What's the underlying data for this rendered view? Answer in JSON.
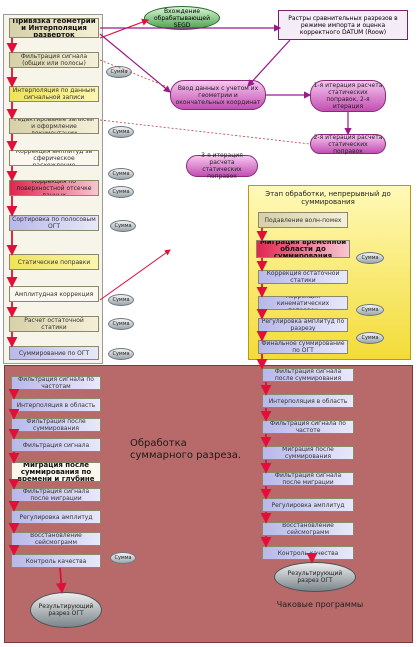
{
  "top": {
    "seg_link": "Вхождение обрабатывающей SEGD",
    "main_input": "Привязка геометрии и Интерполяция разверток",
    "raster_note": "Растры сравнительных разрезов в режиме импорта и оценка корректного DATUM (Roow)"
  },
  "left_nodes": [
    "Привязка геометрии и Интерполяция разверток",
    "Фильтрация сигнала (общих или полосы)",
    "Интерполяция по данным сигнальной записи",
    "Редактирование записей и оформление документации",
    "Коррекция амплитуд за сферическое расхождение",
    "Коррекция по поверхностной отсечке данных",
    "Сортировка по полосовым ОГТ",
    "Статические поправки",
    "Амплитудная коррекция",
    "Расчет остаточной статики",
    "Суммирование по ОГТ",
    "Фильтрация сигнала по частотам",
    "Интерполяция в область",
    "Фильтрация после суммирования",
    "Фильтрация сигнала",
    "Миграция после суммирования по времени и глубине",
    "Фильтрация сигнала после миграции",
    "Регулировка амплитуд",
    "Восстановление сейсмограмм",
    "Контроль качества"
  ],
  "left_badges": [
    "Сумма",
    "Сумма",
    "Сумма",
    "Сумма",
    "Сумма",
    "Сумма",
    "Сумма",
    "Сумма",
    "Сумма"
  ],
  "bubbles": {
    "center": "Ввод данных с учетом их геометрии и окончательных координат",
    "right1": "1-я итерация расчета статических поправок, 2-я итерация",
    "right2": "2-я итерация расчета статических поправок",
    "left": "3-я итерация расчета статических поправок"
  },
  "yellow_panel": {
    "title": "Этап обработки, непрерывный до суммирования",
    "nodes": [
      "Подавление волн-помех",
      "Миграция временной области до суммирования",
      "Коррекция остаточной статики",
      "Коррекция кинематических поправок",
      "Регулировка амплитуд по разрезу",
      "Финальное суммирование по ОГТ"
    ],
    "badges": [
      "Сумма",
      "Сумма",
      "Сумма"
    ]
  },
  "red_panel": {
    "title": "Обработка суммарного разреза.",
    "right_nodes": [
      "Фильтрация сигнала после суммирования",
      "Интерполяция в область",
      "Фильтрация сигнала по частоте",
      "Миграция после суммирования",
      "Фильтрация сигнала после миграции",
      "Регулировка амплитуд",
      "Восстановление сейсмограмм",
      "Контроль качества"
    ]
  },
  "outputs": {
    "left_oval": "Результирующий разрез ОГТ",
    "right_oval": "Результирующий разрез ОГТ"
  },
  "footer": {
    "label": "Чаковые программы"
  }
}
